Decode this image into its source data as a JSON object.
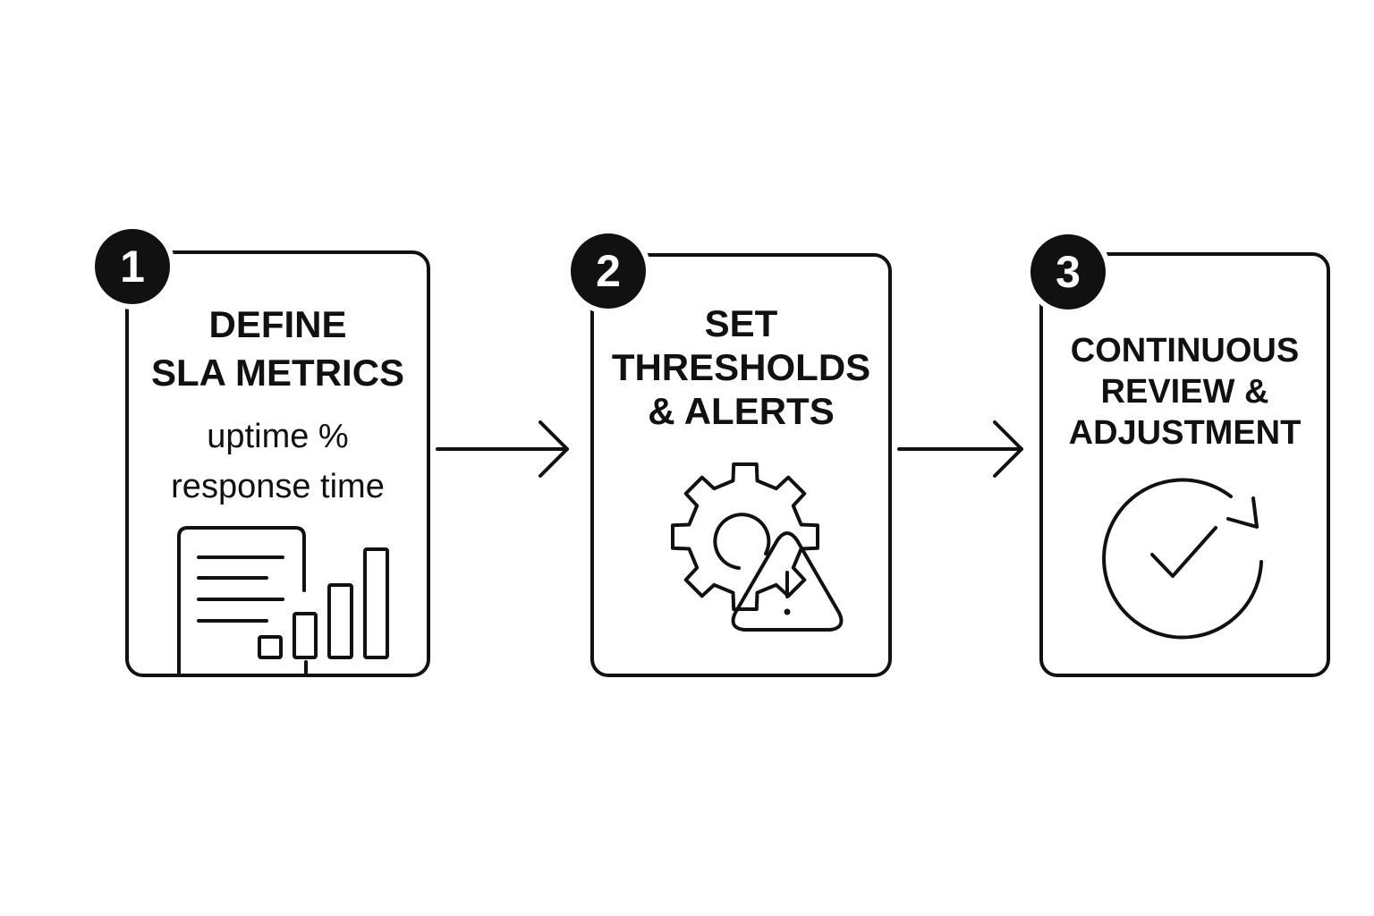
{
  "steps": [
    {
      "number": "1",
      "title_lines": [
        "DEFINE",
        "SLA METRICS"
      ],
      "detail_lines": [
        "uptime %",
        "response time"
      ],
      "icon": "document-bar-chart-icon"
    },
    {
      "number": "2",
      "title_lines": [
        "SET",
        "THRESHOLDS",
        "& ALERTS"
      ],
      "icon": "gear-warning-icon"
    },
    {
      "number": "3",
      "title_lines": [
        "CONTINUOUS",
        "REVIEW &",
        "ADJUSTMENT"
      ],
      "icon": "refresh-check-icon"
    }
  ],
  "connectors": [
    "arrow-right-icon",
    "arrow-right-icon"
  ],
  "colors": {
    "ink": "#111111",
    "background": "#ffffff"
  }
}
